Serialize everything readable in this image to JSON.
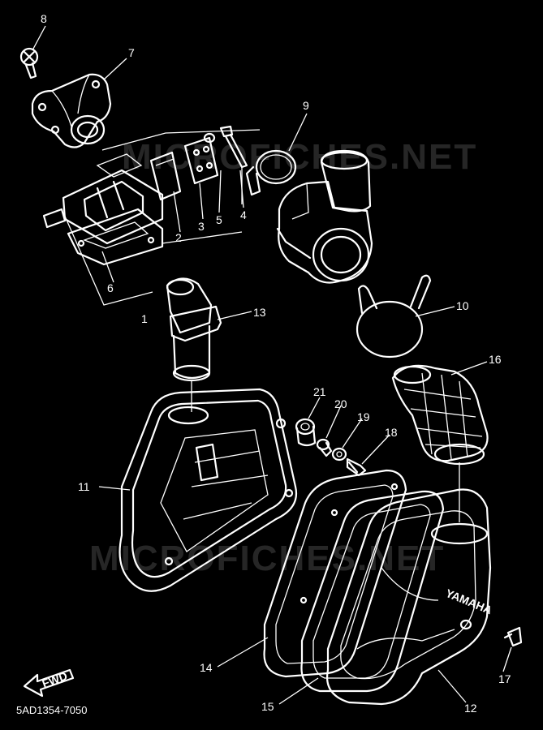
{
  "watermarks": [
    "MICROFICHES.NET",
    "MICROFICHES.NET"
  ],
  "brand_text": "YAMAHA",
  "fwd_label": "FWD",
  "diagram_code": "5AD1354-7050",
  "callouts": [
    {
      "id": "1",
      "label": "1"
    },
    {
      "id": "2",
      "label": "2"
    },
    {
      "id": "3",
      "label": "3"
    },
    {
      "id": "4",
      "label": "4"
    },
    {
      "id": "5",
      "label": "5"
    },
    {
      "id": "6",
      "label": "6"
    },
    {
      "id": "7",
      "label": "7"
    },
    {
      "id": "8",
      "label": "8"
    },
    {
      "id": "9",
      "label": "9"
    },
    {
      "id": "10",
      "label": "10"
    },
    {
      "id": "11",
      "label": "11"
    },
    {
      "id": "12",
      "label": "12"
    },
    {
      "id": "13",
      "label": "13"
    },
    {
      "id": "14",
      "label": "14"
    },
    {
      "id": "15",
      "label": "15"
    },
    {
      "id": "16",
      "label": "16"
    },
    {
      "id": "17",
      "label": "17"
    },
    {
      "id": "18",
      "label": "18"
    },
    {
      "id": "19",
      "label": "19"
    },
    {
      "id": "20",
      "label": "20"
    },
    {
      "id": "21",
      "label": "21"
    }
  ]
}
